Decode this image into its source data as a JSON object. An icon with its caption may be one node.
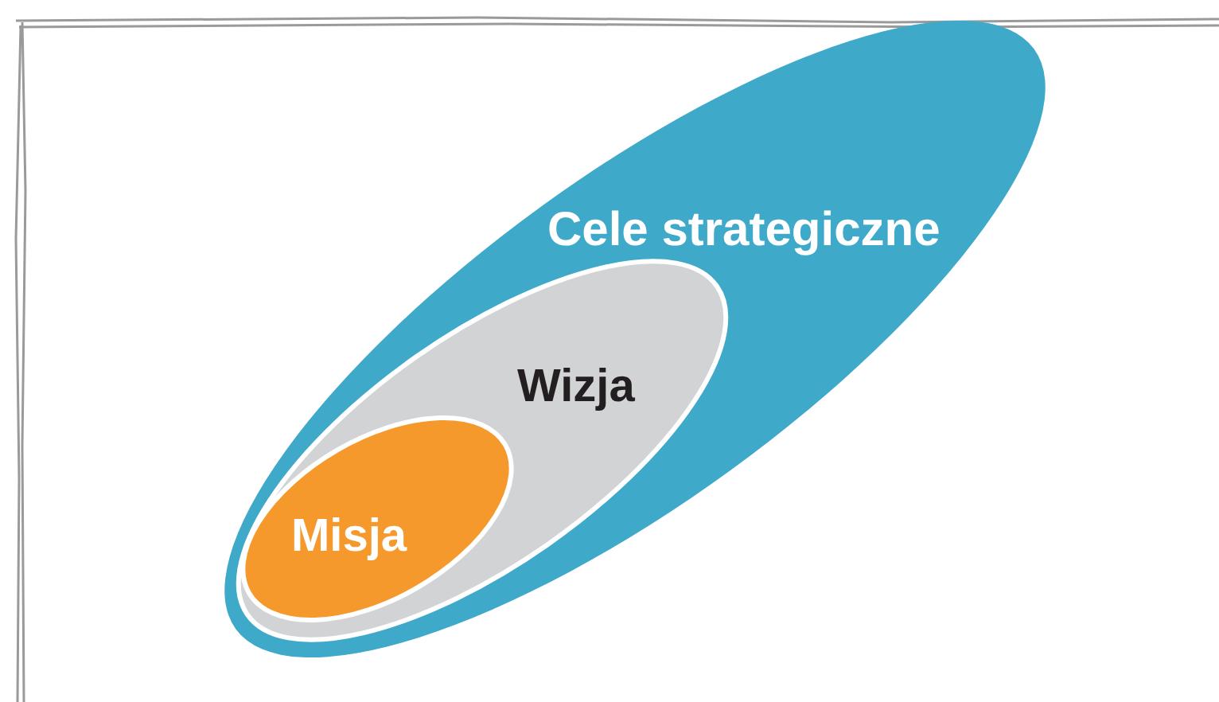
{
  "diagram": {
    "nodes": [
      {
        "text": [
          "Cele strategiczne"
        ]
      },
      {
        "text": [
          "Wizja"
        ],
        "in": 0
      },
      {
        "text": [
          "Misja"
        ],
        "in": 1
      }
    ]
  }
}
